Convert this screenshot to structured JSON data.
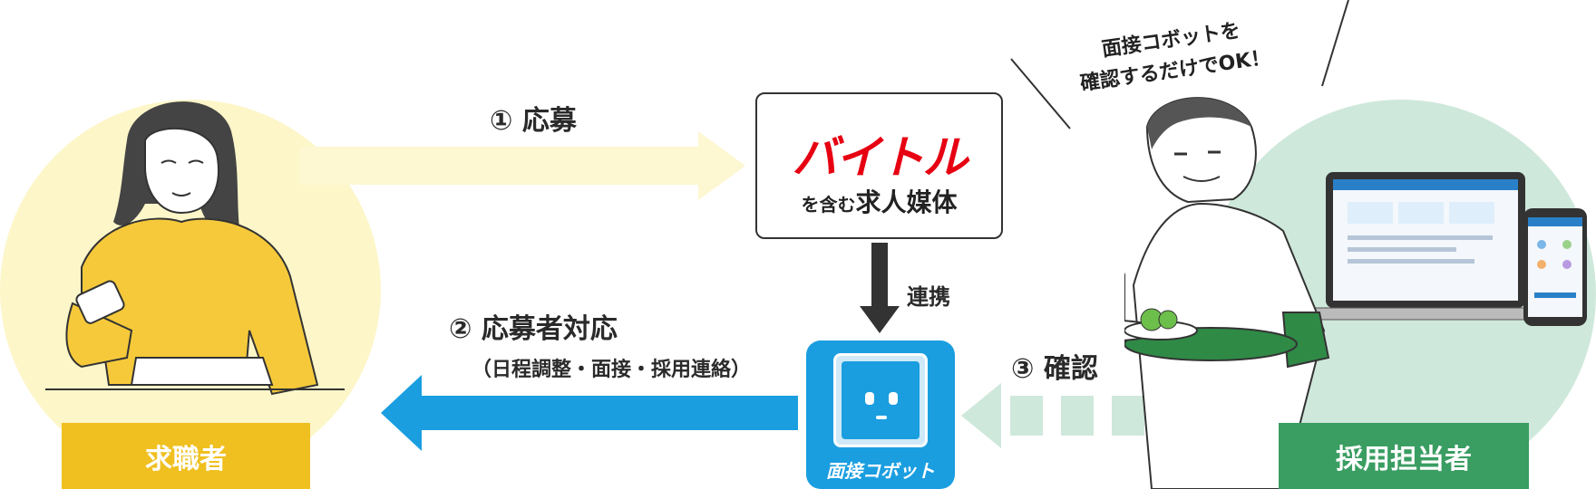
{
  "steps": {
    "apply": "① 応募",
    "respond": "② 応募者対応",
    "respond_detail": "（日程調整・面接・採用連絡）",
    "link": "連携",
    "confirm": "③ 確認"
  },
  "media": {
    "logo_text": "バイトル",
    "prefix": "を含む",
    "label": "求人媒体"
  },
  "bot": {
    "name": "面接コボット"
  },
  "speech": {
    "line1": "面接コボットを",
    "line2": "確認するだけでOK！"
  },
  "roles": {
    "job_seeker": "求職者",
    "recruiter": "採用担当者"
  },
  "colors": {
    "seeker_circle": "#fdf6c9",
    "seeker_box": "#f0c020",
    "recruiter_circle": "#cfe8dc",
    "recruiter_box": "#3a9d62",
    "bot_blue": "#1a9ee0",
    "logo_red": "#e60012",
    "arrow_yellow": "#fdf7d2",
    "arrow_blue": "#1a9ee0",
    "arrow_dashed_green": "#cfe8dc",
    "arrow_dark": "#333333"
  },
  "icons": {
    "seeker": "woman-with-phone-illustration",
    "recruiter": "man-with-tray-and-laptop-illustration",
    "bot": "robot-face-icon"
  }
}
